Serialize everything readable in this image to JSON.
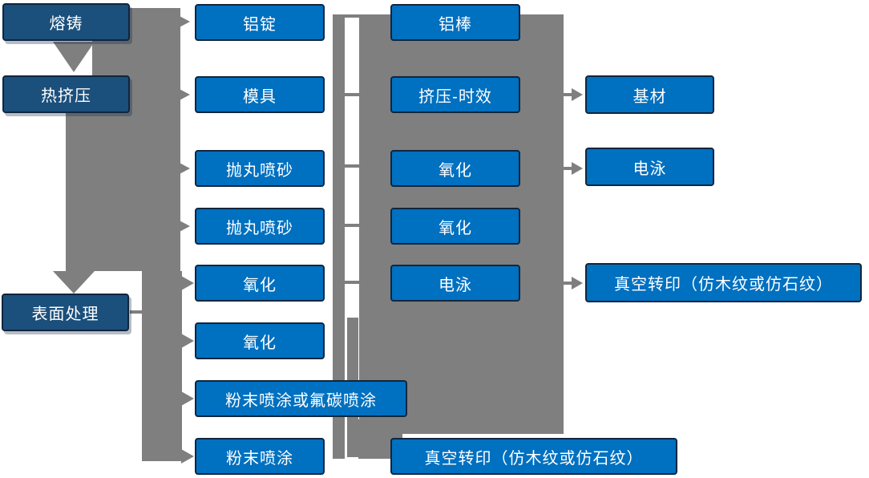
{
  "diagram": {
    "type": "process-flowchart",
    "language": "zh-CN",
    "topic": "aluminum profile production and surface treatment flow",
    "colors": {
      "stage_box_fill": "#1B4F7C",
      "process_box_fill": "#0070C0",
      "box_border": "#10263E",
      "connector_gray": "#7F7F7F",
      "text": "#FFFFFF",
      "background": "#FFFFFF"
    },
    "nodes": {
      "c1r1": {
        "label": "熔铸"
      },
      "c1r2": {
        "label": "热挤压"
      },
      "c1r6": {
        "label": "表面处理"
      },
      "c2r1": {
        "label": "铝锭"
      },
      "c2r2": {
        "label": "模具"
      },
      "c2r3": {
        "label": "抛丸喷砂"
      },
      "c2r4": {
        "label": "抛丸喷砂"
      },
      "c2r5": {
        "label": "氧化"
      },
      "c2r6": {
        "label": "氧化"
      },
      "c2r7": {
        "label": "粉末喷涂或氟碳喷涂"
      },
      "c2r8": {
        "label": "粉末喷涂"
      },
      "c3r1": {
        "label": "铝棒"
      },
      "c3r2": {
        "label": "挤压-时效"
      },
      "c3r3": {
        "label": "氧化"
      },
      "c3r4": {
        "label": "氧化"
      },
      "c3r5": {
        "label": "电泳"
      },
      "c3r8": {
        "label": "真空转印（仿木纹或仿石纹）"
      },
      "c4r2": {
        "label": "基材"
      },
      "c4r3": {
        "label": "电泳"
      },
      "c4r5": {
        "label": "真空转印（仿木纹或仿石纹）"
      }
    }
  }
}
